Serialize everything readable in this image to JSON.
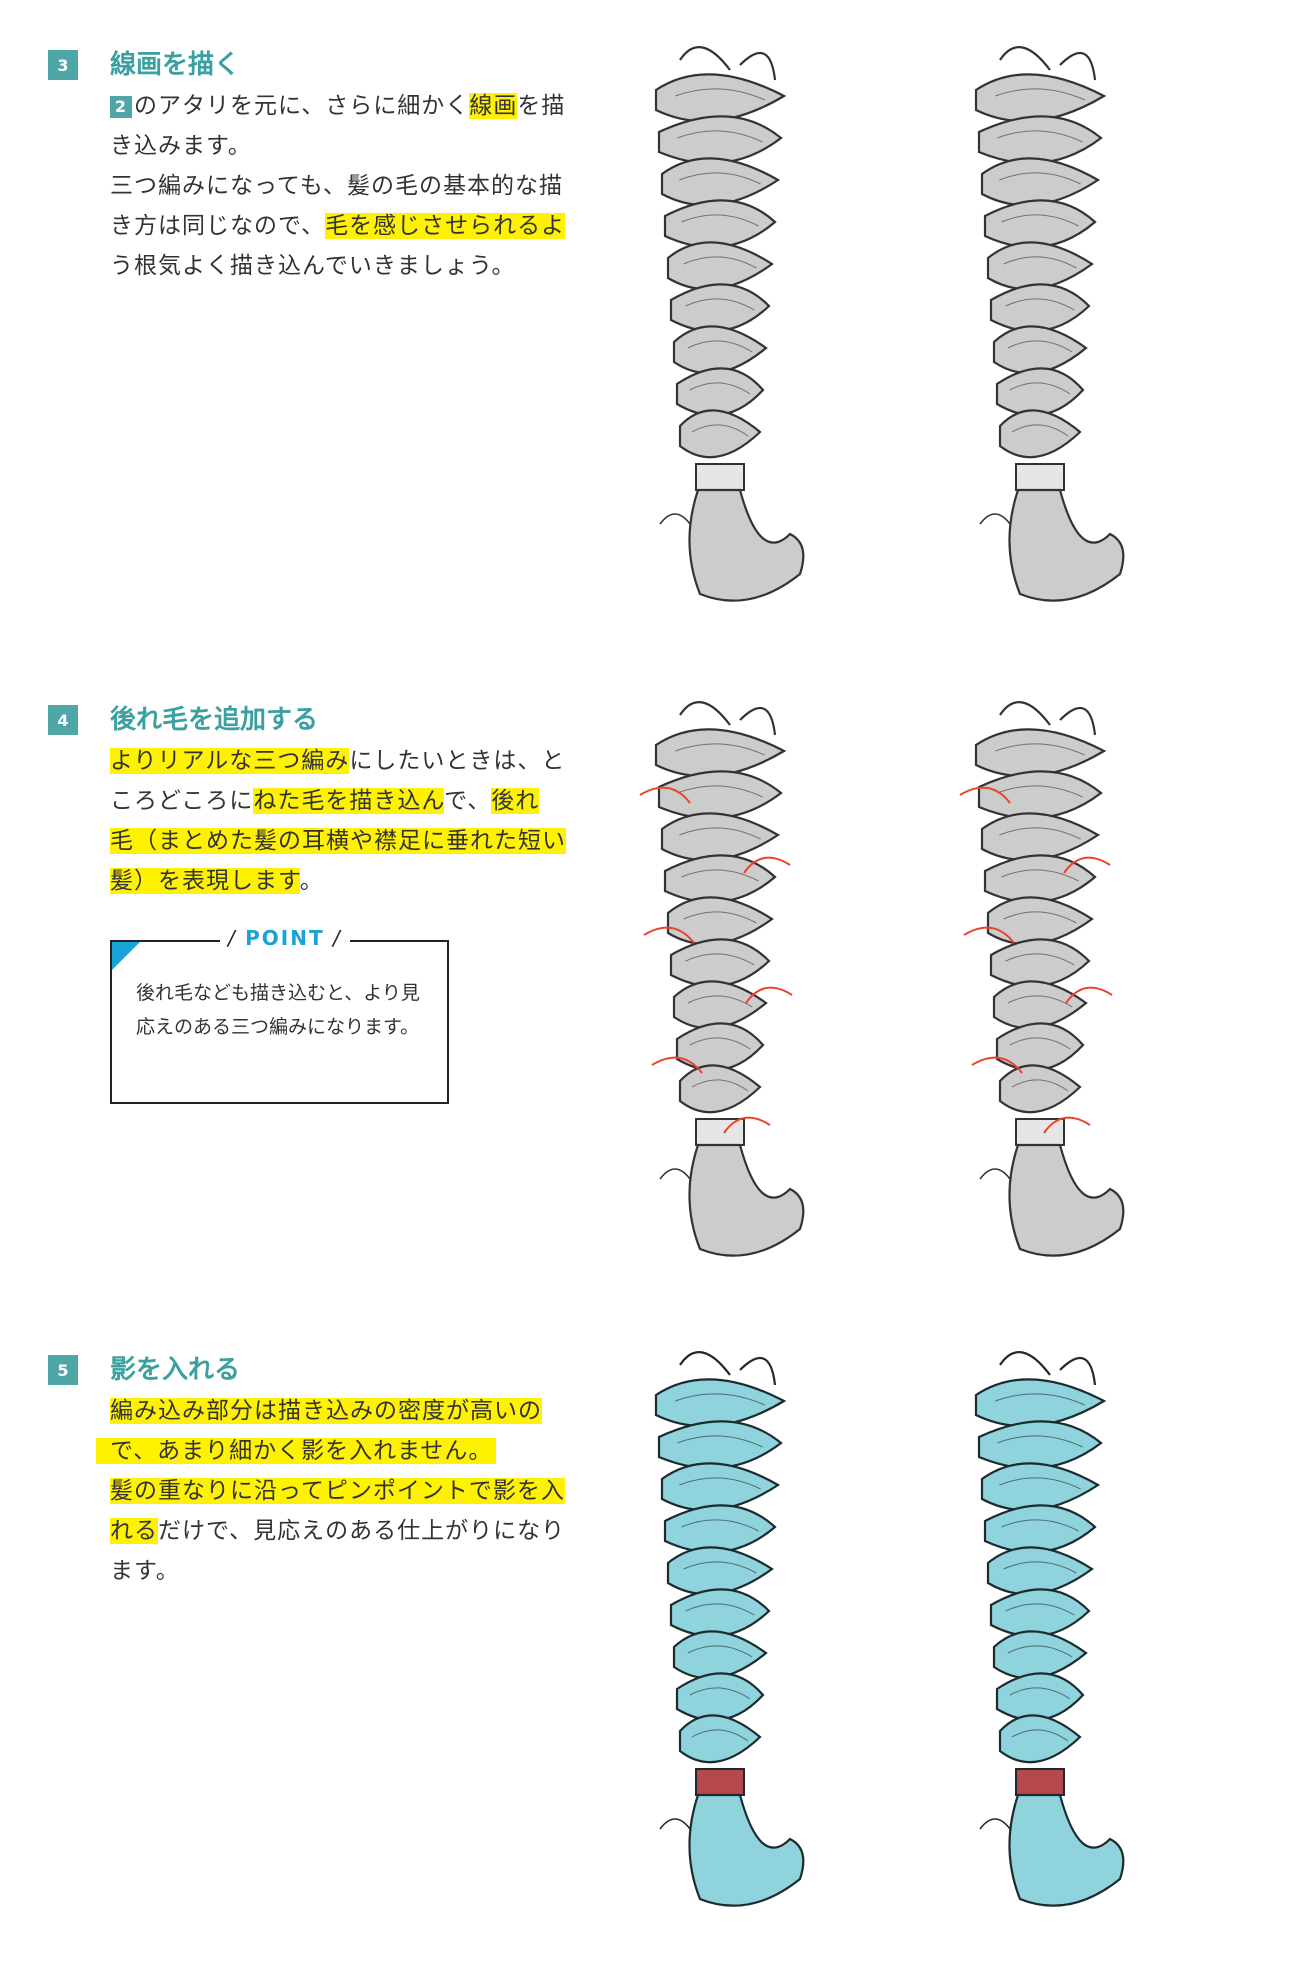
{
  "steps": [
    {
      "number": "3",
      "title": "線画を描く",
      "ref_number": "2",
      "lines": [
        {
          "a": "のアタリを元に、さらに細かく",
          "hl": "線画",
          "b": "を描"
        },
        {
          "a": "き込みます。"
        },
        {
          "a": "三つ編みになっても、髪の毛の基本的な描"
        },
        {
          "a": "き方は同じなので、",
          "hl": "毛を感じさせられるよ"
        },
        {
          "a": "う根気よく描き込んでいきましょう。"
        }
      ]
    },
    {
      "number": "4",
      "title": "後れ毛を追加する",
      "lines": [
        {
          "hl": "よりリアルな三つ編み",
          "b": "にしたいときは、と"
        },
        {
          "a": "ころどころに",
          "hl": "ねた毛を描き込ん",
          "b": "で、",
          "hl2": "後れ"
        },
        {
          "hl": "毛（まとめた髪の耳横や襟足に垂れた短い"
        },
        {
          "hl": "髪）を表現します",
          "b": "。"
        }
      ],
      "point": {
        "heading": "POINT",
        "text": "後れ毛なども描き込むと、より見応えのある三つ編みになります。"
      }
    },
    {
      "number": "5",
      "title": "影を入れる",
      "lines": [
        {
          "hl": "編み込み部分は描き込みの密度が高いの"
        },
        {
          "hl": "で、あまり細かく影を入れません。"
        },
        {
          "hl": "髪の重なりに沿ってピンポイントで影を入"
        },
        {
          "hl": "れる",
          "b": "だけで、見応えのある仕上がりになり"
        },
        {
          "a": "ます。"
        }
      ]
    }
  ],
  "colors": {
    "teal": "#4ea6a6",
    "highlight": "#fff200",
    "point_blue": "#19a3d6",
    "sketch_fill": "#cccccc",
    "stray_hair": "#e8452a",
    "hair_color": "#8fd3dc",
    "hair_tie": "#b5484a"
  },
  "illustrations": [
    {
      "name": "braid-lineart-front",
      "step": "3"
    },
    {
      "name": "braid-lineart-side",
      "step": "3"
    },
    {
      "name": "braid-strays-front",
      "step": "4"
    },
    {
      "name": "braid-strays-side",
      "step": "4"
    },
    {
      "name": "braid-shaded-front",
      "step": "5"
    },
    {
      "name": "braid-shaded-side",
      "step": "5"
    }
  ]
}
